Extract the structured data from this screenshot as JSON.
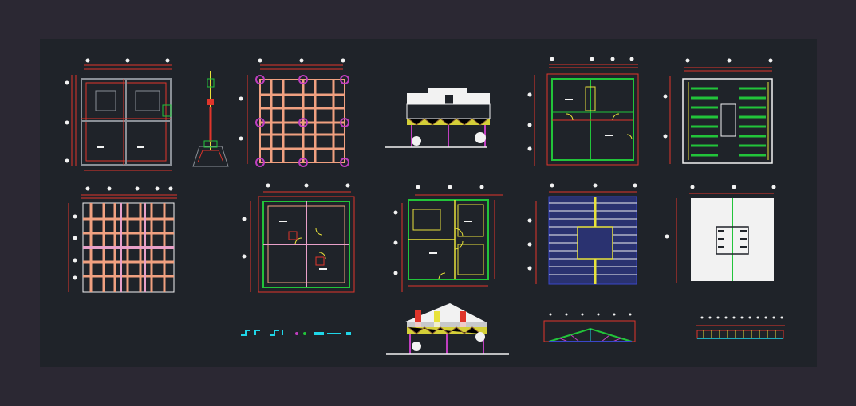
{
  "app": {
    "type": "CAD drawing viewer",
    "background_color": "#2b2833",
    "sheet_color": "#1f2329"
  },
  "sheet": {
    "drawings": [
      {
        "id": "foundation-plan",
        "kind": "plan"
      },
      {
        "id": "footing-section",
        "kind": "section"
      },
      {
        "id": "beam-grid-plan",
        "kind": "plan"
      },
      {
        "id": "elevation-front",
        "kind": "elevation"
      },
      {
        "id": "floor-plan-1",
        "kind": "plan"
      },
      {
        "id": "roof-framing-green",
        "kind": "plan"
      },
      {
        "id": "joist-plan",
        "kind": "plan"
      },
      {
        "id": "floor-plan-2",
        "kind": "plan"
      },
      {
        "id": "floor-plan-3",
        "kind": "plan"
      },
      {
        "id": "roof-framing-blue",
        "kind": "plan"
      },
      {
        "id": "roof-plan-white",
        "kind": "plan"
      },
      {
        "id": "detail-strip",
        "kind": "details"
      },
      {
        "id": "elevation-side",
        "kind": "elevation"
      },
      {
        "id": "truss-section",
        "kind": "section"
      },
      {
        "id": "truss-elevation",
        "kind": "elevation"
      }
    ],
    "colors": {
      "red": "#e0352b",
      "white": "#f2f2f2",
      "green": "#22c43a",
      "yellow": "#e8e23a",
      "blue": "#3a47c9",
      "magenta": "#c03ec0",
      "cyan": "#1fd6e8",
      "salmon": "#f0a080",
      "pink": "#e8a0c8",
      "gray": "#8a8f96"
    }
  }
}
